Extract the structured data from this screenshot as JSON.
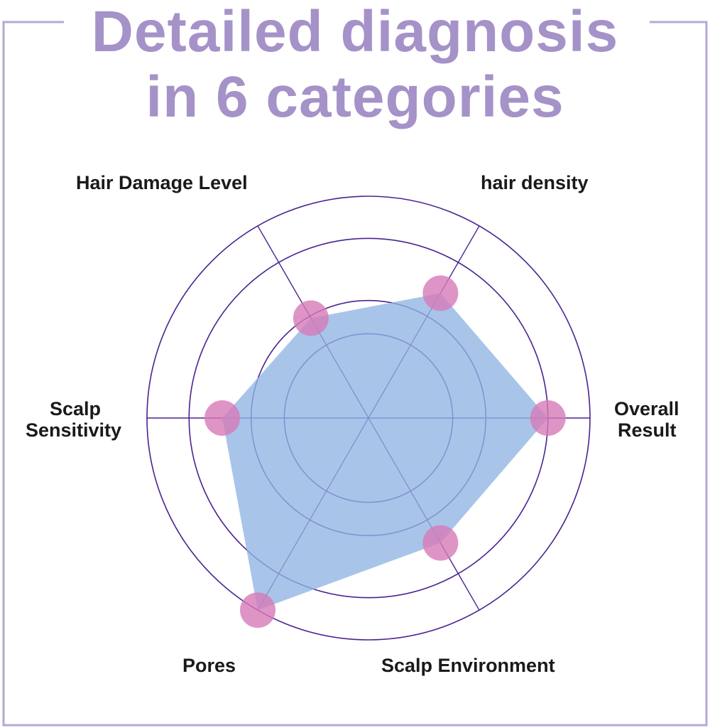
{
  "title_line1": "Detailed diagnosis",
  "title_line2": "in 6 categories",
  "colors": {
    "title": "#a592c8",
    "frame": "#b6a8d6",
    "grid": "#4a2390",
    "fill": "#8fb5e3",
    "marker": "#d67ab8"
  },
  "chart_data": {
    "type": "radar",
    "title": "Detailed diagnosis in 6 categories",
    "categories": [
      "Overall Result",
      "hair density",
      "Hair Damage Level",
      "Scalp Sensitivity",
      "Pores",
      "Scalp Environment"
    ],
    "label_lines": {
      "overall": [
        "Overall",
        "Result"
      ],
      "density": [
        "hair density"
      ],
      "damage": [
        "Hair Damage Level"
      ],
      "sensitivity": [
        "Scalp",
        "Sensitivity"
      ],
      "pores": [
        "Pores"
      ],
      "environment": [
        "Scalp Environment"
      ]
    },
    "values": [
      81,
      65,
      52,
      66,
      100,
      65
    ],
    "range": [
      0,
      100
    ],
    "grid_rings": [
      38,
      53,
      81,
      100
    ]
  }
}
